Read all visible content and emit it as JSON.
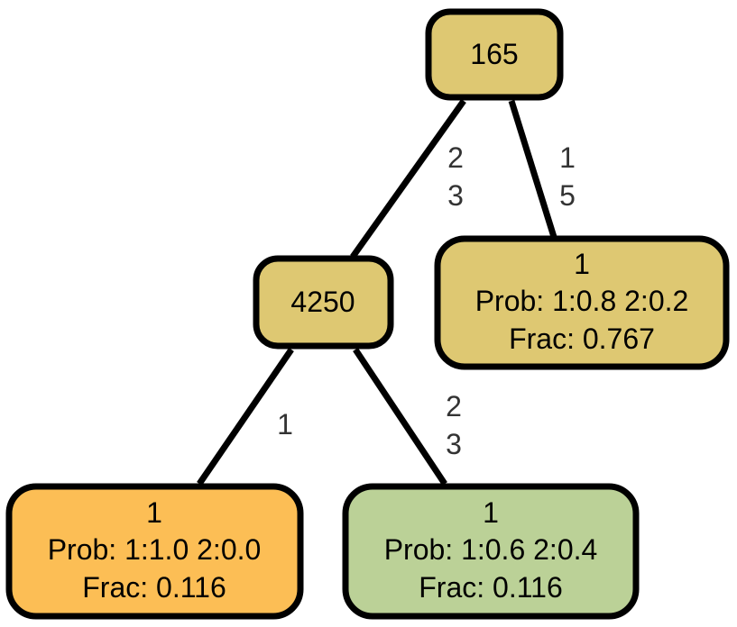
{
  "colors": {
    "split_node": "#dec872",
    "leaf_class1_pure": "#fcbe55",
    "leaf_class1_majority": "#dec872",
    "leaf_mixed": "#bbd197",
    "stroke": "#000000",
    "edge_label": "#333333"
  },
  "tree": {
    "root": {
      "label": "165"
    },
    "inner": {
      "label": "4250"
    },
    "leaf_right": {
      "class": "1",
      "prob": "Prob: 1:0.8 2:0.2",
      "frac": "Frac: 0.767"
    },
    "leaf_left": {
      "class": "1",
      "prob": "Prob: 1:1.0 2:0.0",
      "frac": "Frac: 0.116"
    },
    "leaf_mid": {
      "class": "1",
      "prob": "Prob: 1:0.6 2:0.4",
      "frac": "Frac: 0.116"
    },
    "edges": {
      "root_to_inner": {
        "line1": "2",
        "line2": "3"
      },
      "root_to_leaf_right": {
        "line1": "1",
        "line2": "5"
      },
      "inner_to_leaf_left": {
        "line1": "1"
      },
      "inner_to_leaf_mid": {
        "line1": "2",
        "line2": "3"
      }
    }
  }
}
